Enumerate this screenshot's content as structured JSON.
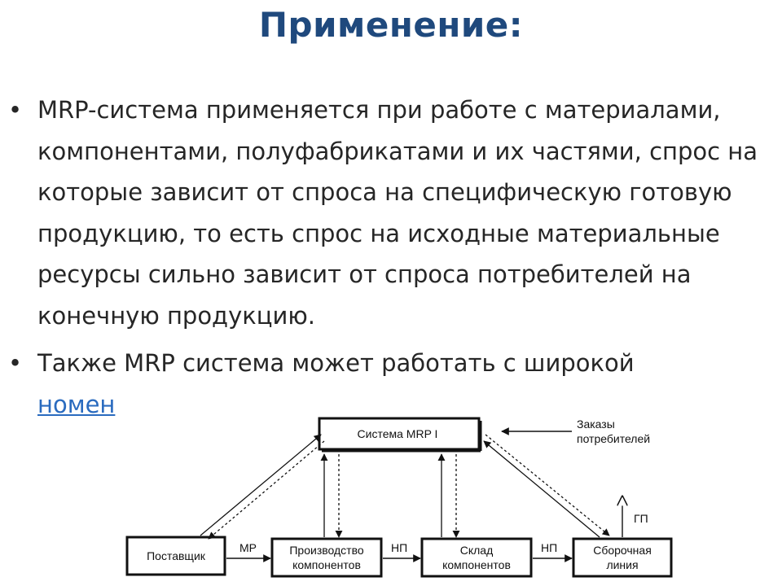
{
  "title": "Применение:",
  "bullets": {
    "b1": "MRP-система применяется при работе с материалами, компонентами, полуфабрикатами и их частями, спрос на которые зависит от спроса на специфическую готовую продукцию, то есть спрос на исходные материальные ресурсы сильно зависит от спроса потребителей на конечную продукцию.",
    "b2_text": "Также MRP система может работать с широкой",
    "b2_link": "номен"
  },
  "bullet_glyph": "•",
  "diagram": {
    "mrp_system": "Система MRP I",
    "customer_orders_line1": "Заказы",
    "customer_orders_line2": "потребителей",
    "supplier": "Поставщик",
    "production_line1": "Производство",
    "production_line2": "компонентов",
    "warehouse_line1": "Склад",
    "warehouse_line2": "компонентов",
    "assembly_line1": "Сборочная",
    "assembly_line2": "линия",
    "flow_mr": "МР",
    "flow_np1": "НП",
    "flow_np2": "НП",
    "flow_gp": "ГП"
  },
  "colors": {
    "title": "#1f497d",
    "text": "#262626",
    "link": "#2a6bbf"
  }
}
